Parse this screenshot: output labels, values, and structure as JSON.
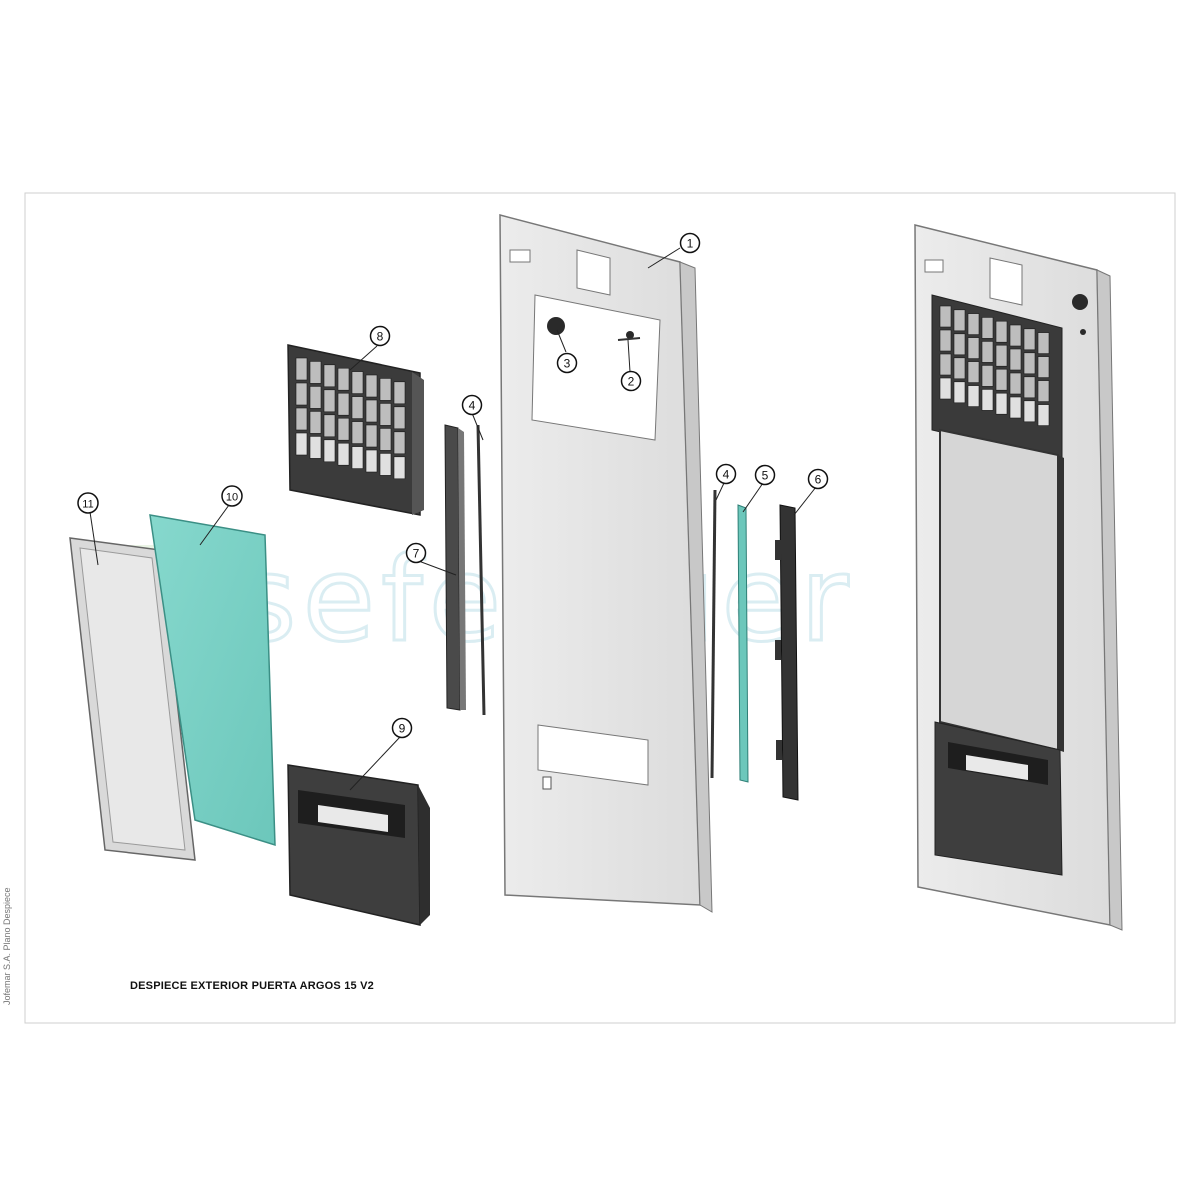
{
  "drawing": {
    "title": "DESPIECE EXTERIOR PUERTA ARGOS 15 V2",
    "side_note": "Jofemar S.A. Plano Despiece",
    "watermark": "seferguer",
    "colors": {
      "panel": "#e6e6e6",
      "panel_edge": "#8a8a8a",
      "dark_part": "#3a3a3a",
      "glass_green": "#7fd3c8",
      "watermark": "#c8e3ee"
    }
  },
  "callouts": [
    {
      "id": "c1",
      "label": "1"
    },
    {
      "id": "c2",
      "label": "2"
    },
    {
      "id": "c3",
      "label": "3"
    },
    {
      "id": "c4a",
      "label": "4"
    },
    {
      "id": "c4b",
      "label": "4"
    },
    {
      "id": "c5",
      "label": "5"
    },
    {
      "id": "c6",
      "label": "6"
    },
    {
      "id": "c7",
      "label": "7"
    },
    {
      "id": "c8",
      "label": "8"
    },
    {
      "id": "c9",
      "label": "9"
    },
    {
      "id": "c10",
      "label": "10"
    },
    {
      "id": "c11",
      "label": "11"
    }
  ]
}
